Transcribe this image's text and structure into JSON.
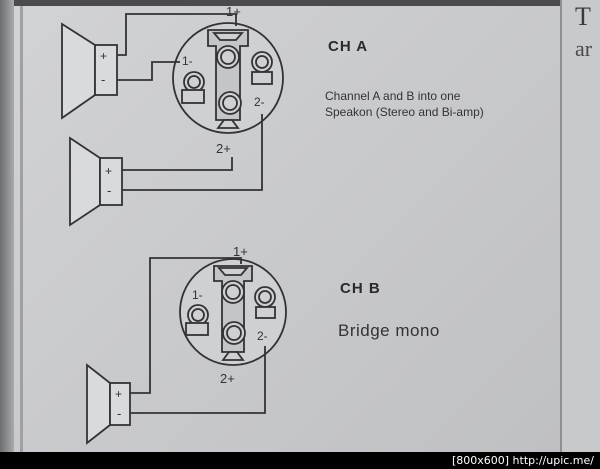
{
  "ch_a": {
    "title": "CH A",
    "description_line1": "Channel A and B into one",
    "description_line2": "Speakon (Stereo and Bi-amp)",
    "pin_1_plus": "1+",
    "pin_1_minus": "1-",
    "pin_2_plus": "2+",
    "pin_2_minus": "2-",
    "speaker1_plus": "+",
    "speaker1_minus": "-",
    "speaker2_plus": "+",
    "speaker2_minus": "-"
  },
  "ch_b": {
    "title": "CH B",
    "description": "Bridge mono",
    "pin_1_plus": "1+",
    "pin_1_minus": "1-",
    "pin_2_plus": "2+",
    "pin_2_minus": "2-",
    "speaker_plus": "+",
    "speaker_minus": "-"
  },
  "right_page": {
    "text_1": "T",
    "text_2": "ar"
  },
  "footer": {
    "caption": "[800x600] http://upic.me/"
  }
}
